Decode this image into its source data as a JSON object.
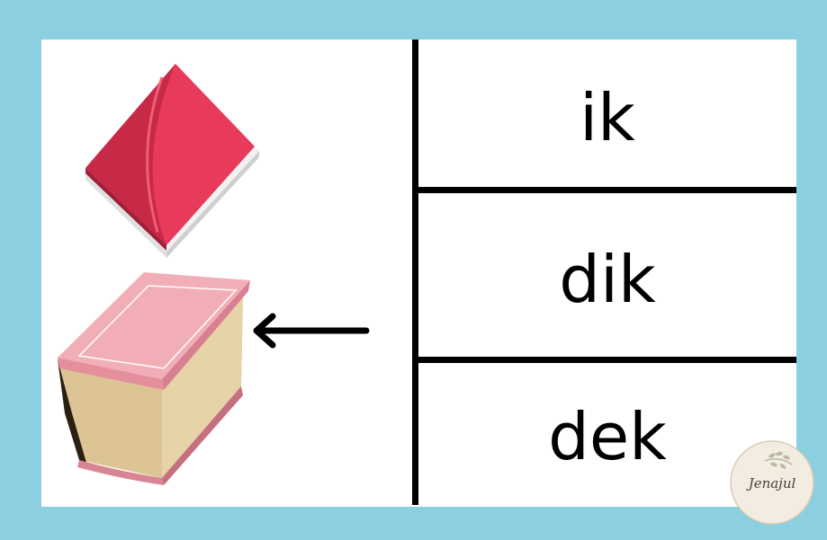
{
  "words": [
    {
      "label": "ik"
    },
    {
      "label": "dik"
    },
    {
      "label": "dek"
    }
  ],
  "logo": {
    "text": "Jenajul"
  },
  "icons": {
    "top_picture": "red-book-icon",
    "bottom_picture": "thick-pink-book-icon",
    "pointer": "arrow-left-icon",
    "logo_decoration": "olive-branch-icon"
  },
  "colors": {
    "border": "#8ccfe0",
    "card": "#ffffff",
    "lines": "#000000",
    "red_book": "#e83a5a",
    "pink_cover": "#f2aeb6",
    "pages": "#dcc495",
    "logo_bg": "#f3ece0",
    "logo_ink": "#4a3f35"
  }
}
